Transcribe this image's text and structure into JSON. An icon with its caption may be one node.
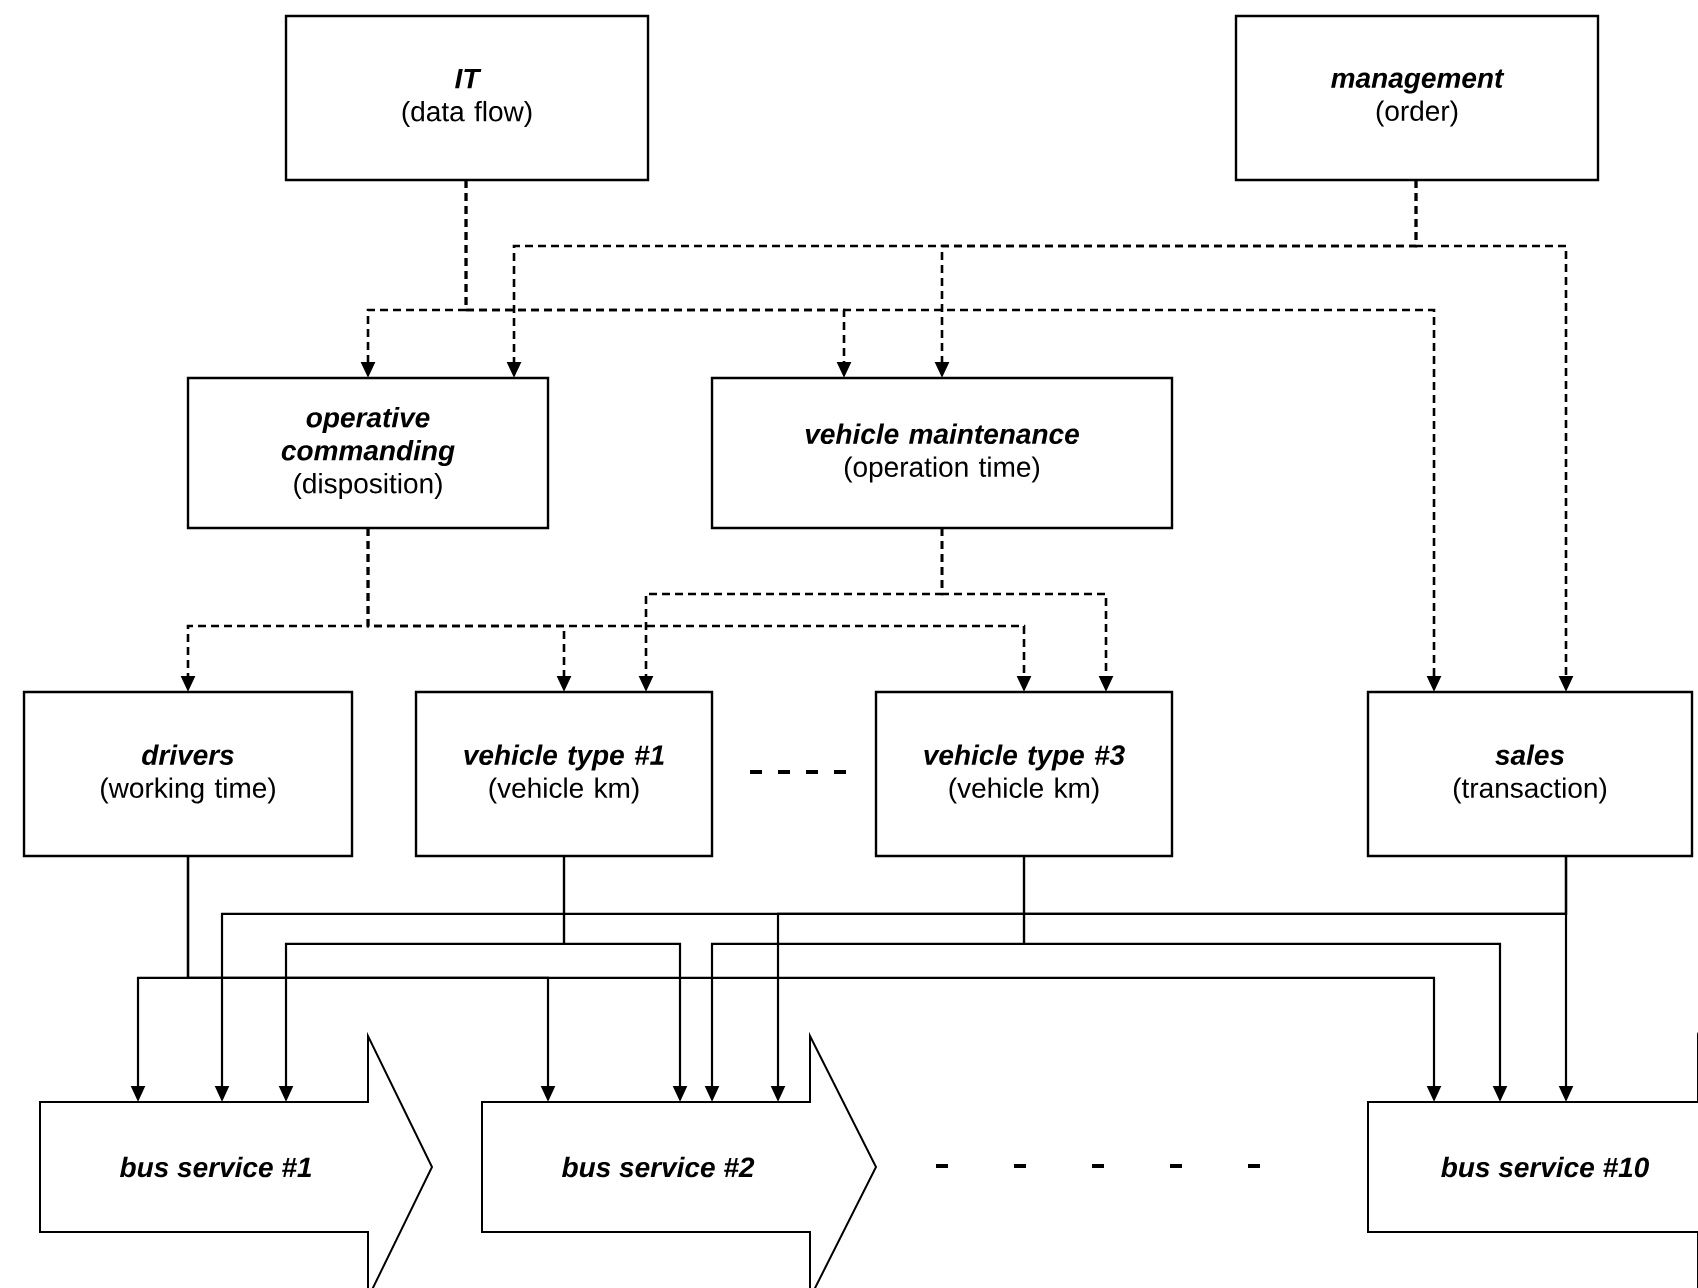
{
  "diagram": {
    "nodes": [
      {
        "text": [
          "IT",
          "(data flow)"
        ]
      },
      {
        "text": [
          "management",
          "(order)"
        ]
      },
      {
        "text": [
          "operative commanding",
          "(disposition)"
        ]
      },
      {
        "text": [
          "vehicle maintenance",
          "(operation time)"
        ]
      },
      {
        "text": [
          "drivers",
          "(working time)"
        ]
      },
      {
        "text": [
          "vehicle type #1",
          "(vehicle km)"
        ]
      },
      {
        "text": [
          "vehicle type #3",
          "(vehicle km)"
        ]
      },
      {
        "text": [
          "sales",
          "(transaction)"
        ]
      },
      {
        "text": [
          "bus service #1"
        ]
      },
      {
        "text": [
          "bus service #2"
        ]
      },
      {
        "text": [
          "bus service #10"
        ]
      }
    ],
    "edges": [
      {
        "from": 0,
        "to": 2,
        "arrow": "to",
        "style": "dashed"
      },
      {
        "from": 0,
        "to": 3,
        "arrow": "to",
        "style": "dashed"
      },
      {
        "from": 0,
        "to": 7,
        "arrow": "to",
        "style": "dashed"
      },
      {
        "from": 1,
        "to": 2,
        "arrow": "to",
        "style": "dashed"
      },
      {
        "from": 1,
        "to": 3,
        "arrow": "to",
        "style": "dashed"
      },
      {
        "from": 1,
        "to": 7,
        "arrow": "to",
        "style": "dashed"
      },
      {
        "from": 2,
        "to": 4,
        "arrow": "to",
        "style": "dashed"
      },
      {
        "from": 2,
        "to": 5,
        "arrow": "to",
        "style": "dashed"
      },
      {
        "from": 2,
        "to": 6,
        "arrow": "to",
        "style": "dashed"
      },
      {
        "from": 3,
        "to": 5,
        "arrow": "to",
        "style": "dashed"
      },
      {
        "from": 3,
        "to": 6,
        "arrow": "to",
        "style": "dashed"
      },
      {
        "from": 4,
        "to": 8,
        "arrow": "to"
      },
      {
        "from": 4,
        "to": 9,
        "arrow": "to"
      },
      {
        "from": 4,
        "to": 10,
        "arrow": "to"
      },
      {
        "from": 5,
        "to": 8,
        "arrow": "to"
      },
      {
        "from": 5,
        "to": 9,
        "arrow": "to"
      },
      {
        "from": 6,
        "to": 9,
        "arrow": "to"
      },
      {
        "from": 6,
        "to": 10,
        "arrow": "to"
      },
      {
        "from": 7,
        "to": 8,
        "arrow": "to"
      },
      {
        "from": 7,
        "to": 9,
        "arrow": "to"
      },
      {
        "from": 7,
        "to": 10,
        "arrow": "to"
      }
    ]
  }
}
